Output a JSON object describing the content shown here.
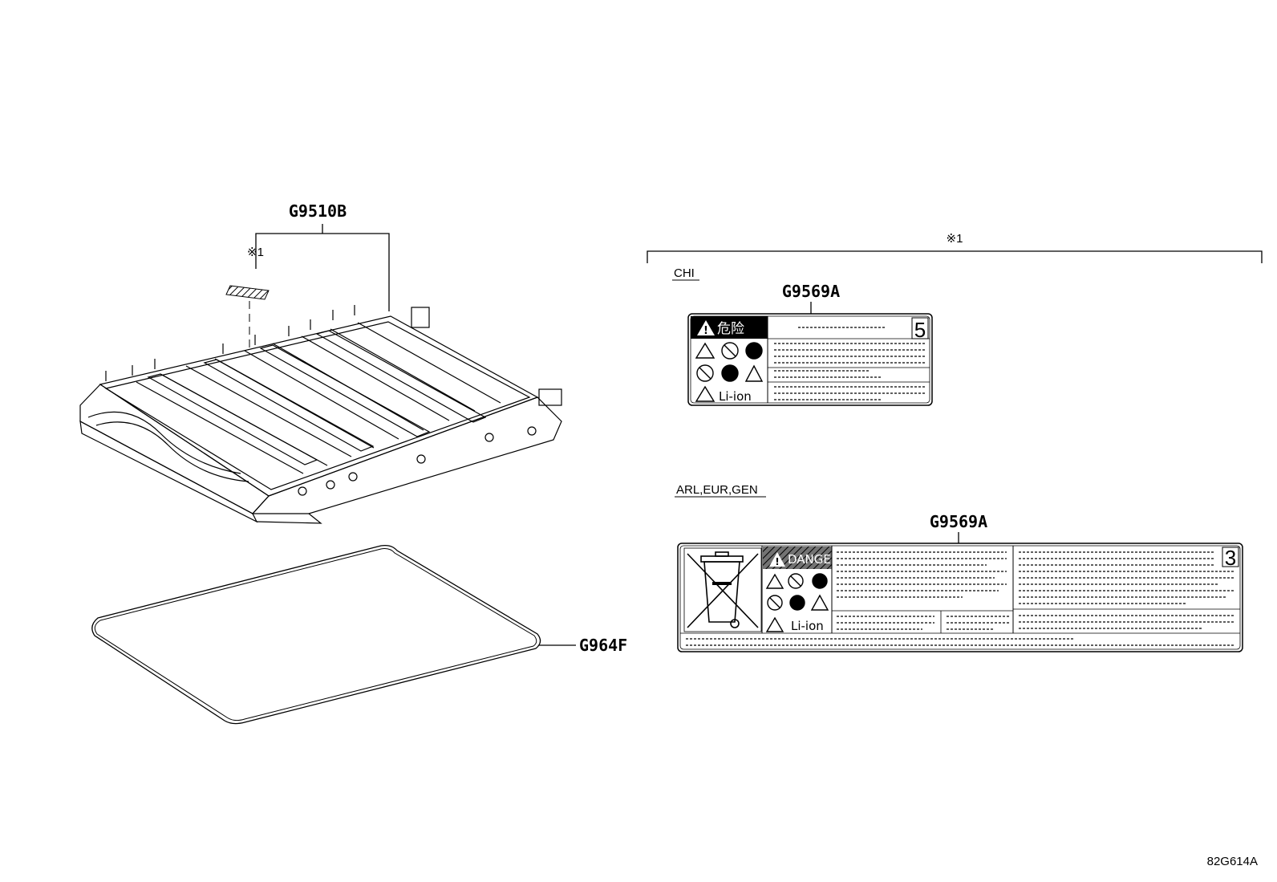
{
  "callouts": {
    "battery_assembly": "G9510B",
    "insulator_sheet": "G964F",
    "label_chi": "G9569A",
    "label_arl": "G9569A"
  },
  "notes": {
    "note_mark_left": "※1",
    "note_mark_right": "※1"
  },
  "regions": {
    "chi": "CHI",
    "arl_eur_gen": "ARL,EUR,GEN"
  },
  "label_chi": {
    "danger_text": "危险",
    "liion_text": "Li-ion",
    "number": "5"
  },
  "label_arl": {
    "danger_text": "DANGER",
    "liion_text": "Li-ion",
    "number": "3"
  },
  "drawing_ref": "82G614A",
  "icons": [
    "warning-triangle-icon",
    "no-fire-icon",
    "protective-gear-icon",
    "no-disassembly-icon",
    "read-manual-icon",
    "electric-shock-icon",
    "explosion-icon",
    "crossed-out-bin-icon"
  ]
}
